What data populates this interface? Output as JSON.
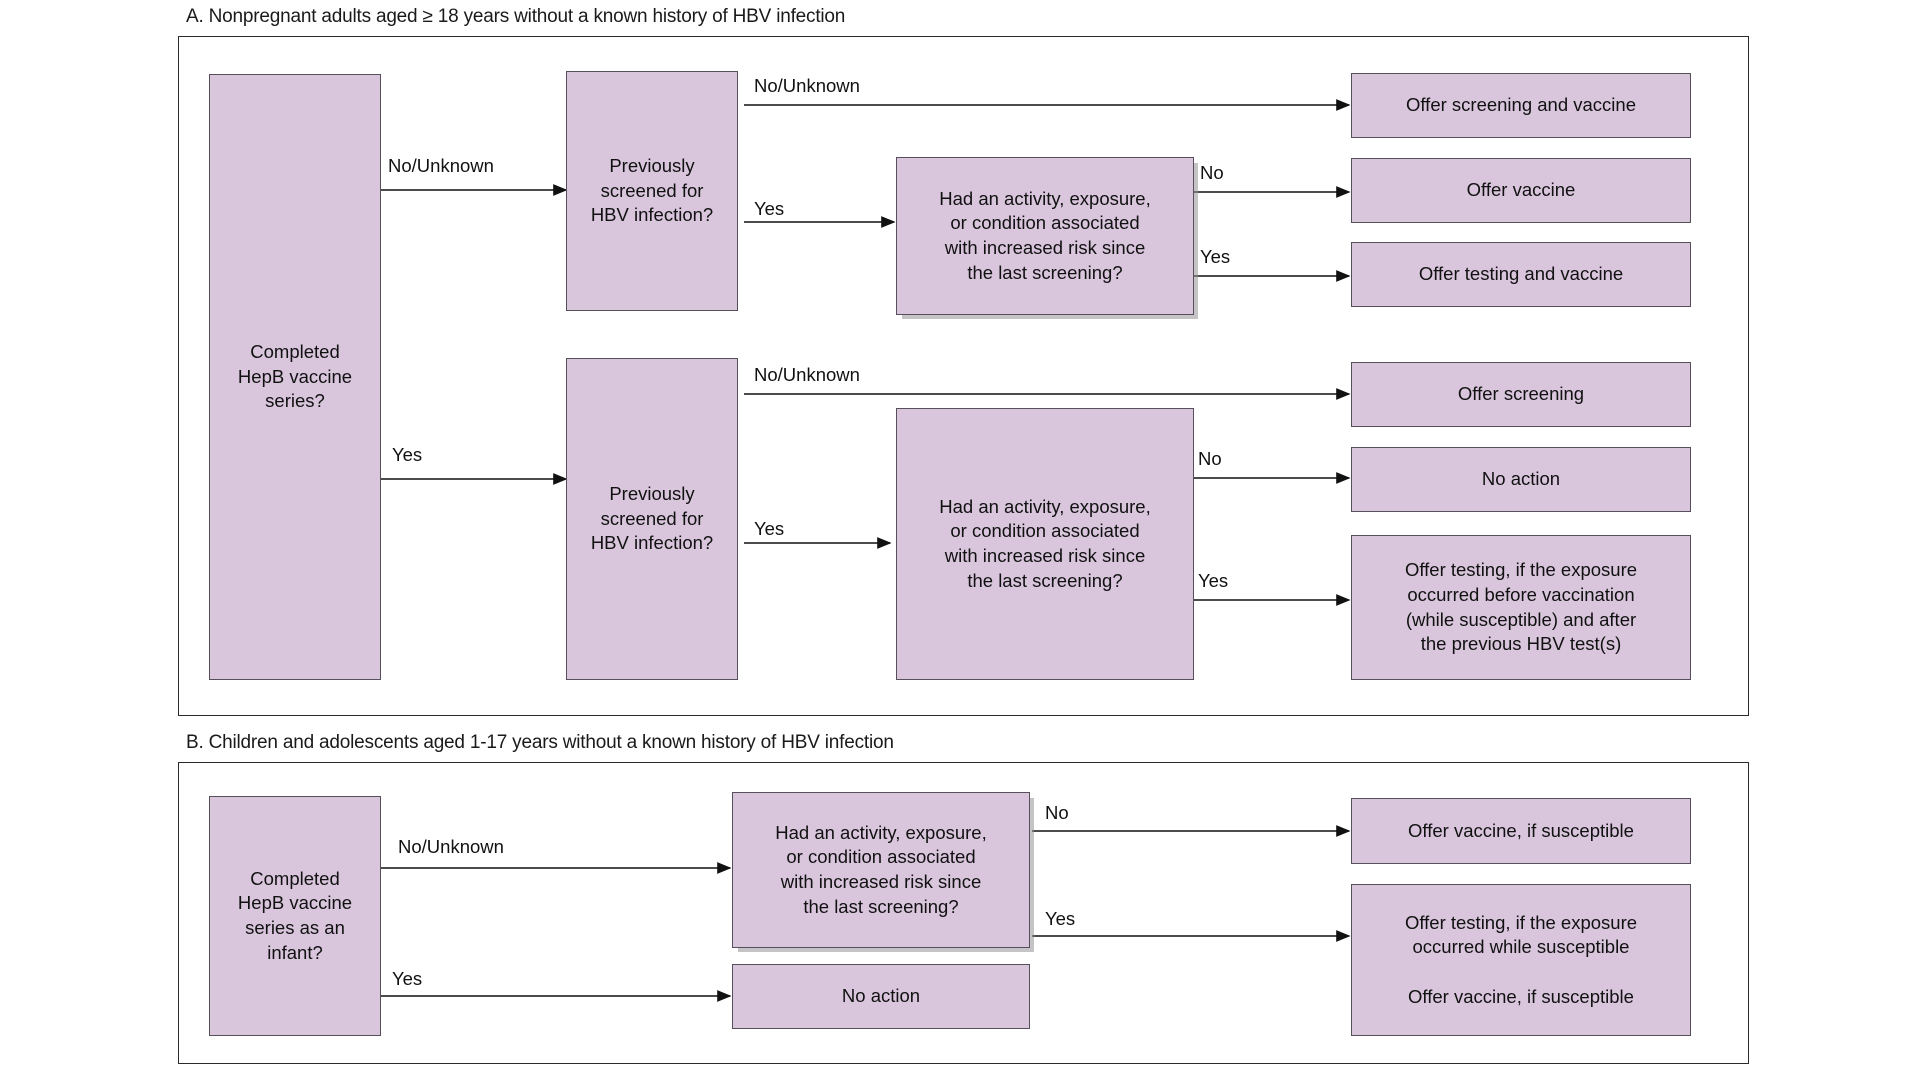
{
  "figure": {
    "type": "flowchart",
    "accent_color": "#d9c6dd",
    "border_color": "#555059",
    "frame_color": "#2b2b2b"
  },
  "panels": [
    {
      "id": "A",
      "title": "A. Nonpregnant adults aged ≥ 18 years without a known history of HBV infection",
      "nodes": {
        "start": "Completed\nHepB vaccine\nseries?",
        "screened_top": "Previously\nscreened for\nHBV infection?",
        "risk_top": "Had an activity, exposure,\nor condition associated\nwith increased risk since\nthe last screening?",
        "out_screen_vaccine": "Offer screening and vaccine",
        "out_vaccine": "Offer vaccine",
        "out_testing_vaccine": "Offer testing and vaccine",
        "screened_bottom": "Previously\nscreened for\nHBV infection?",
        "risk_bottom": "Had an activity, exposure,\nor condition associated\nwith increased risk since\nthe last screening?",
        "out_screening": "Offer screening",
        "out_no_action": "No action",
        "out_testing_detail": "Offer testing, if the exposure\noccurred before vaccination\n(while susceptible) and after\nthe previous HBV test(s)"
      },
      "edge_labels": {
        "start_to_screened_top": "No/Unknown",
        "start_to_screened_bottom": "Yes",
        "screened_top_no": "No/Unknown",
        "screened_top_yes": "Yes",
        "risk_top_no": "No",
        "risk_top_yes": "Yes",
        "screened_bottom_no": "No/Unknown",
        "screened_bottom_yes": "Yes",
        "risk_bottom_no": "No",
        "risk_bottom_yes": "Yes"
      }
    },
    {
      "id": "B",
      "title": "B. Children and adolescents aged 1-17 years without a known history of HBV infection",
      "nodes": {
        "start": "Completed\nHepB vaccine\nseries as an\ninfant?",
        "risk": "Had an activity, exposure,\nor condition associated\nwith increased risk since\nthe last screening?",
        "out_vaccine_susceptible": "Offer vaccine, if susceptible",
        "out_testing_susceptible": "Offer testing, if the exposure\noccurred while susceptible\n\nOffer vaccine, if susceptible",
        "out_no_action": "No action"
      },
      "edge_labels": {
        "start_no": "No/Unknown",
        "start_yes": "Yes",
        "risk_no": "No",
        "risk_yes": "Yes"
      }
    }
  ]
}
